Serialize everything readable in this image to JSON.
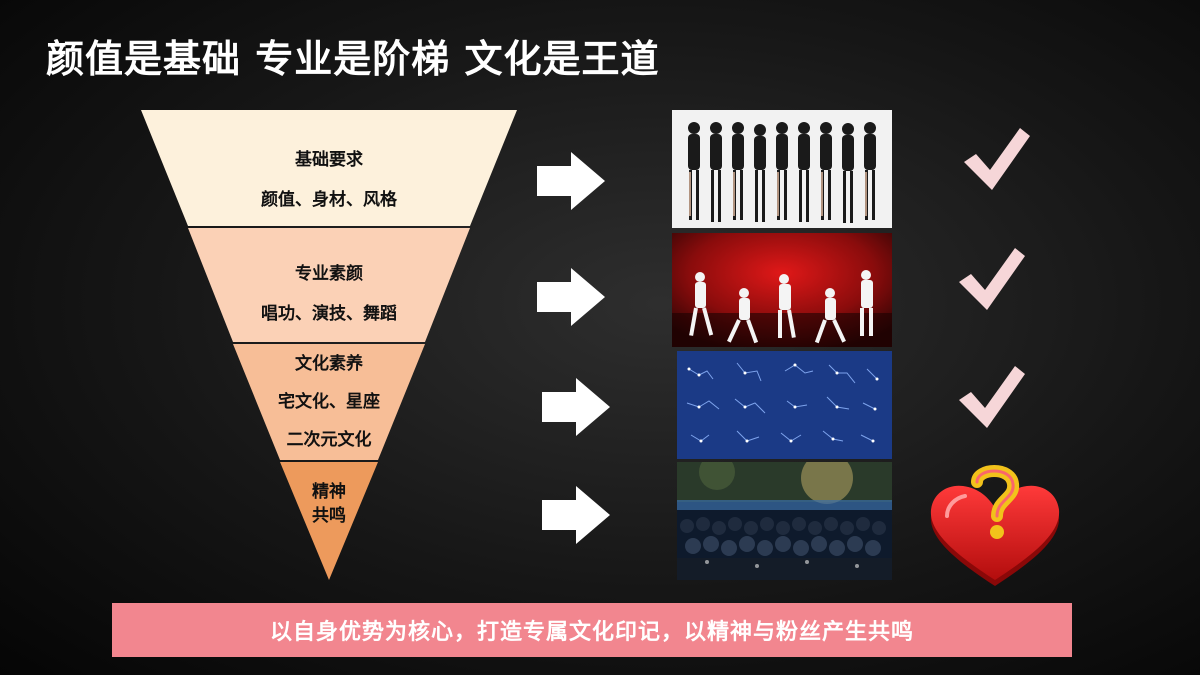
{
  "title": "颜值是基础 专业是阶梯 文化是王道",
  "tiers": [
    {
      "heading": "基础要求",
      "lines": [
        "颜值、身材、风格"
      ],
      "color": "#fdf1dc"
    },
    {
      "heading": "专业素颜",
      "lines": [
        "唱功、演技、舞蹈"
      ],
      "color": "#fbd1b6"
    },
    {
      "heading": "文化素养",
      "lines": [
        "宅文化、星座",
        "二次元文化"
      ],
      "color": "#f7be97"
    },
    {
      "heading": "精神",
      "lines": [
        "共鸣"
      ],
      "color": "#ed9a5c"
    }
  ],
  "result_marks": [
    "check-icon",
    "check-icon",
    "check-icon",
    "question-heart-icon"
  ],
  "banner": "以自身优势为核心，打造专属文化印记，以精神与粉丝产生共鸣",
  "colors": {
    "check": "#f6d6d8",
    "banner": "#f2868f",
    "heart": "#e01c1c",
    "question": "#f2c21b"
  }
}
